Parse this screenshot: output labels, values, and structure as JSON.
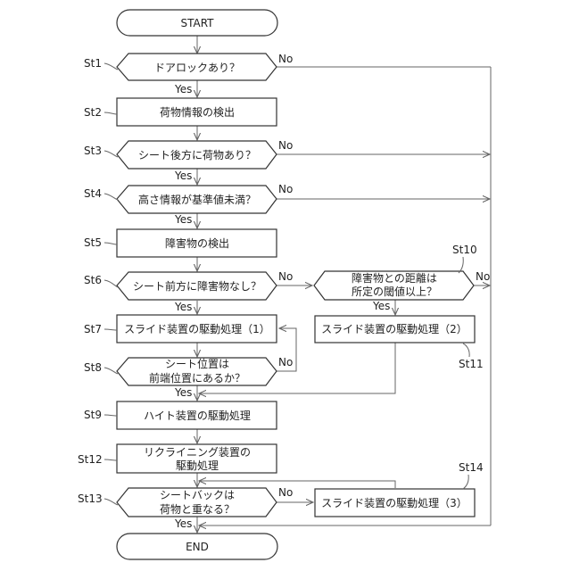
{
  "start": "START",
  "end": "END",
  "yes": "Yes",
  "no": "No",
  "steps": {
    "st1": {
      "label": "St1",
      "text": "ドアロックあり？"
    },
    "st2": {
      "label": "St2",
      "text": "荷物情報の検出"
    },
    "st3": {
      "label": "St3",
      "text": "シート後方に荷物あり？"
    },
    "st4": {
      "label": "St4",
      "text": "高さ情報が基準値未満？"
    },
    "st5": {
      "label": "St5",
      "text": "障害物の検出"
    },
    "st6": {
      "label": "St6",
      "text": "シート前方に障害物なし？"
    },
    "st7": {
      "label": "St7",
      "text": "スライド装置の駆動処理（1）"
    },
    "st8": {
      "label": "St8",
      "line1": "シート位置は",
      "line2": "前端位置にあるか？"
    },
    "st9": {
      "label": "St9",
      "text": "ハイト装置の駆動処理"
    },
    "st10": {
      "label": "St10",
      "line1": "障害物との距離は",
      "line2": "所定の閾値以上？"
    },
    "st11": {
      "label": "St11",
      "text": "スライド装置の駆動処理（2）"
    },
    "st12": {
      "label": "St12",
      "line1": "リクライニング装置の",
      "line2": "駆動処理"
    },
    "st13": {
      "label": "St13",
      "line1": "シートバックは",
      "line2": "荷物と重なる？"
    },
    "st14": {
      "label": "St14",
      "text": "スライド装置の駆動処理（3）"
    }
  }
}
